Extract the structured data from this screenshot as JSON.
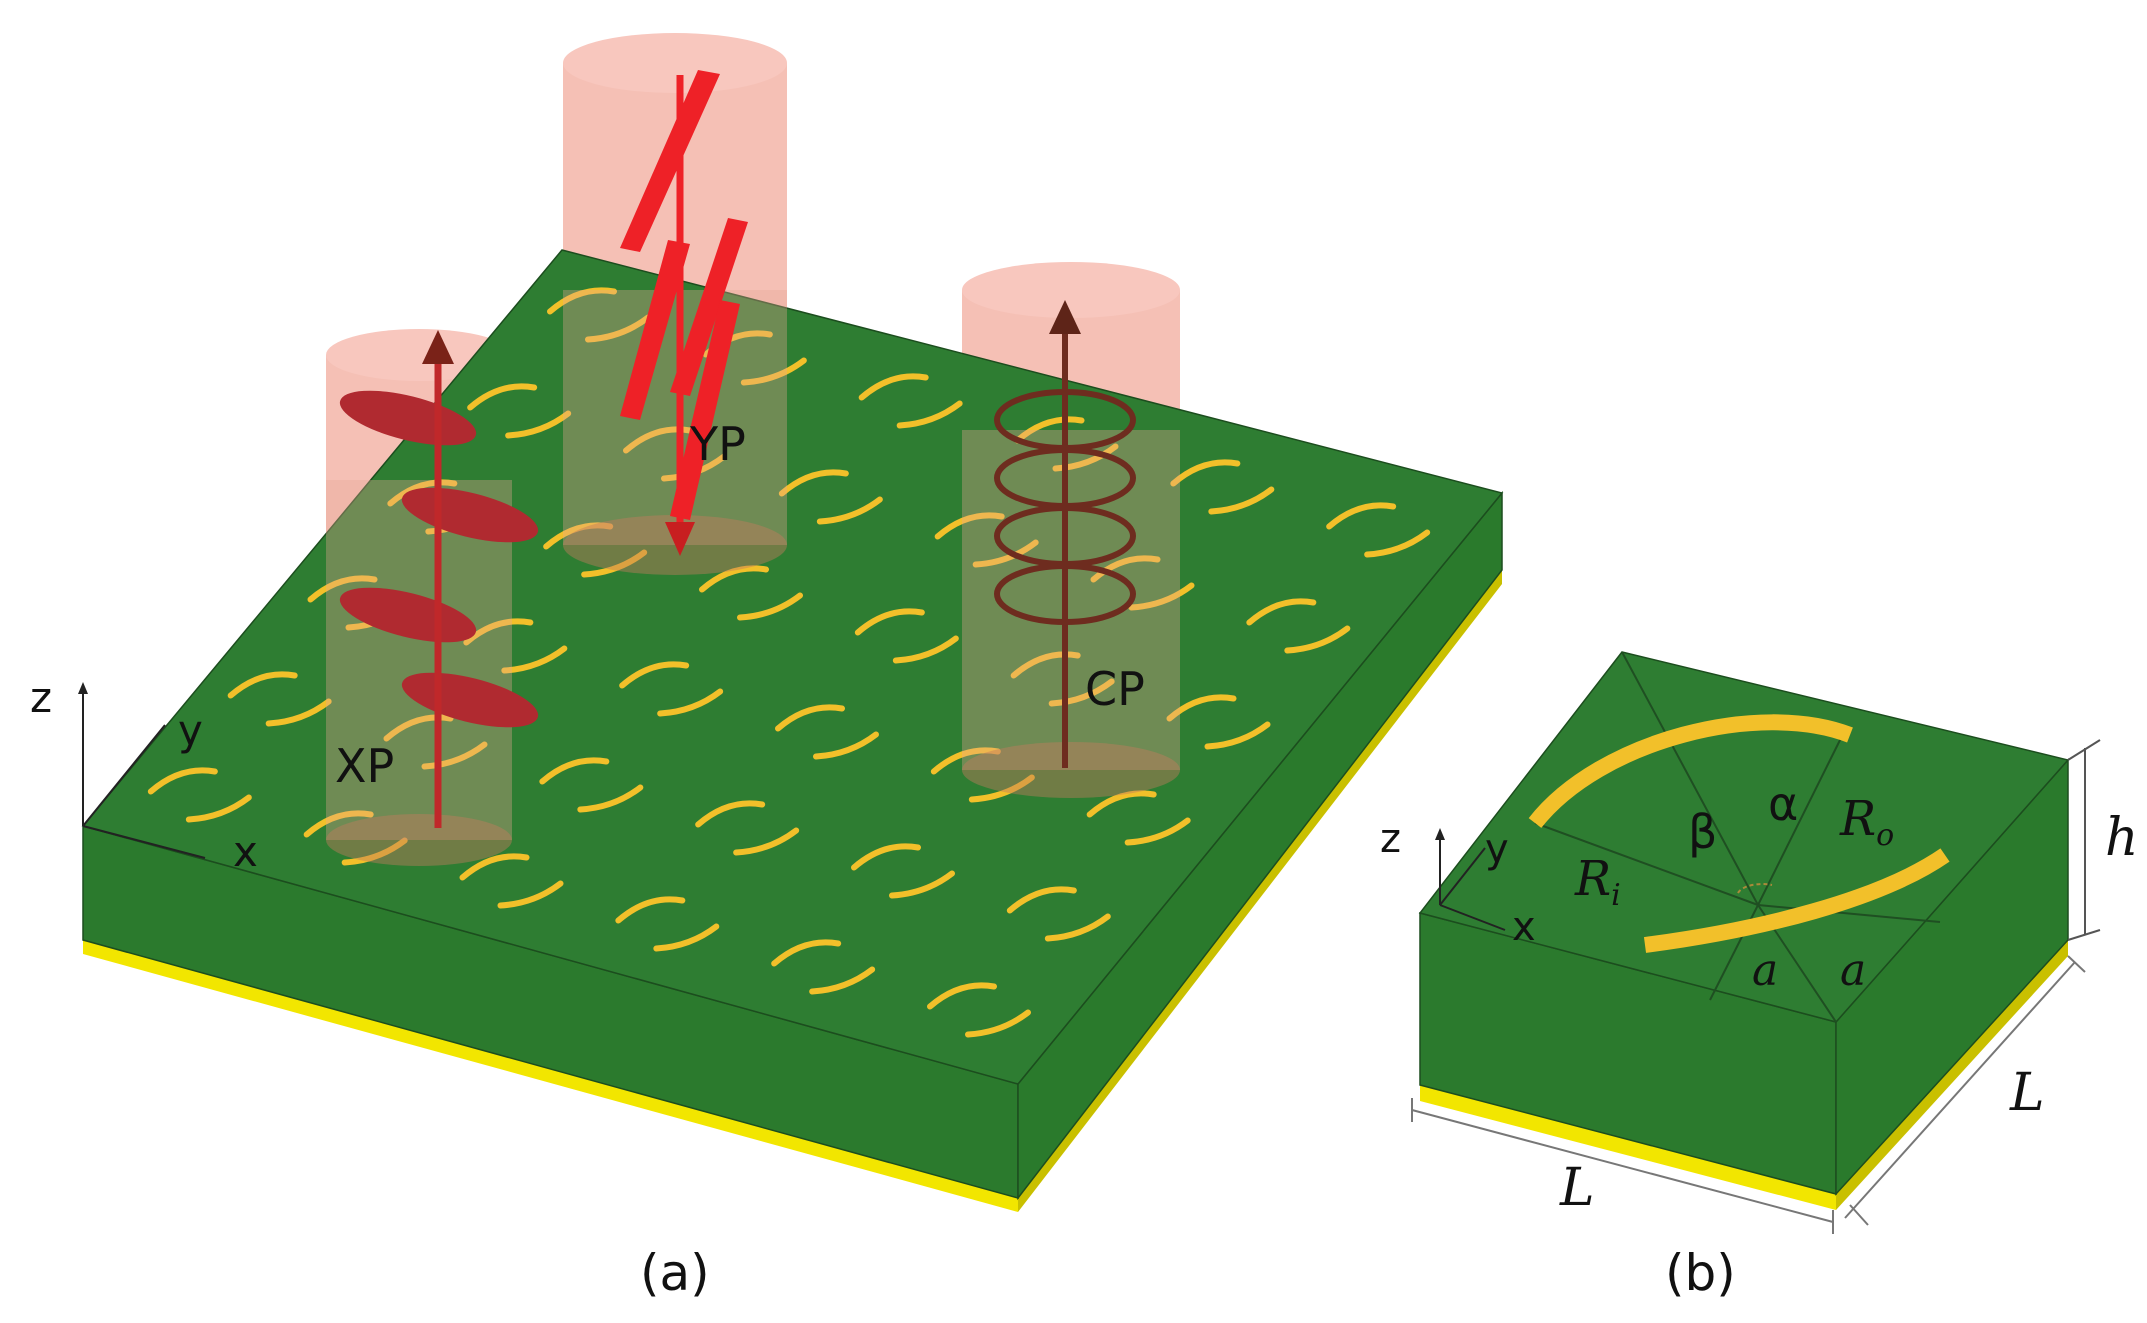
{
  "figure": {
    "panel_a": {
      "caption": "(a)",
      "axes": {
        "z": "z",
        "y": "y",
        "x": "x"
      },
      "waves": [
        {
          "label": "XP",
          "color": "#b02a30"
        },
        {
          "label": "YP",
          "color": "#ee2127"
        },
        {
          "label": "CP",
          "color": "#6e2c1f"
        }
      ]
    },
    "panel_b": {
      "caption": "(b)",
      "axes": {
        "z": "z",
        "y": "y",
        "x": "x"
      },
      "params": {
        "beta": "β",
        "alpha": "α",
        "R_o_main": "R",
        "R_o_sub": "o",
        "R_i_main": "R",
        "R_i_sub": "i",
        "a_left": "a",
        "a_right": "a",
        "h": "h",
        "L_right": "L",
        "L_front": "L"
      }
    },
    "colors": {
      "substrate_top": "#2e7d32",
      "substrate_side": "#2a7a2c",
      "ground": "#f2e600",
      "arc": "#f2c02a",
      "beam": "#f6b8ae"
    }
  }
}
